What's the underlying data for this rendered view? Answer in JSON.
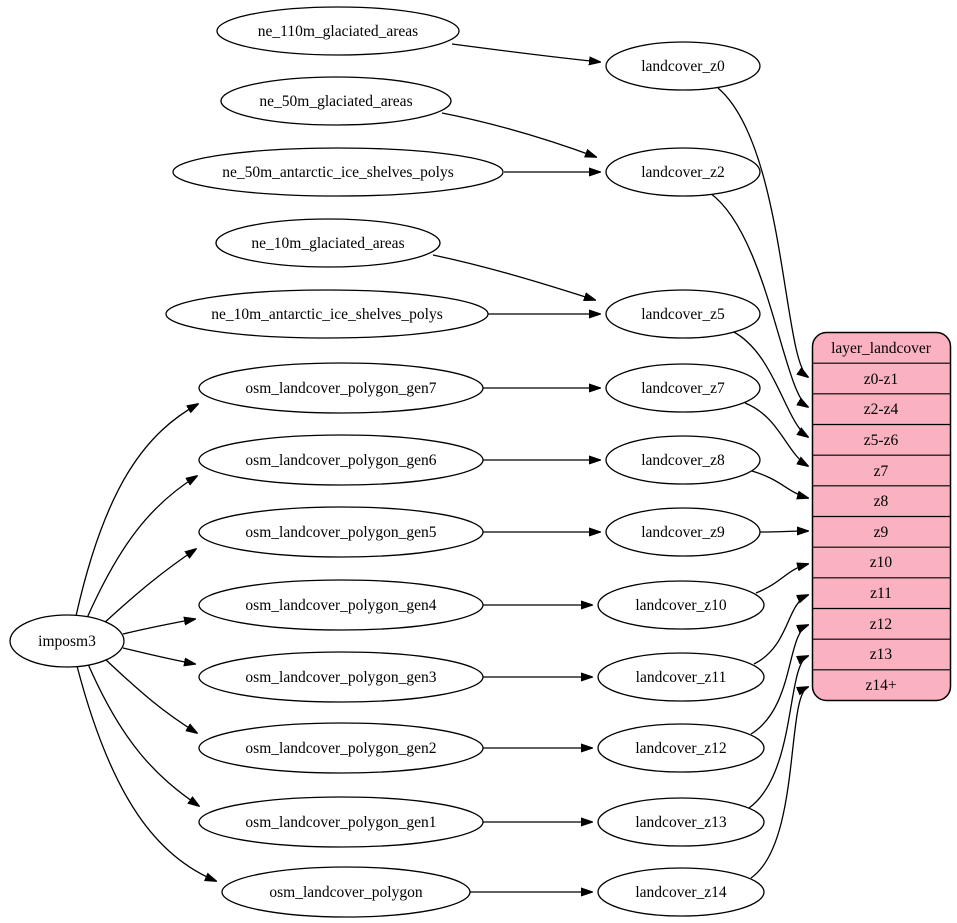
{
  "diagram": {
    "description": "ETL flow diagram for the landcover tile layer",
    "colors": {
      "background": "#ffffff",
      "node_fill": "#ffffff",
      "node_stroke": "#000000",
      "edge_color": "#000000",
      "table_fill": "#FAB1C0"
    },
    "nodes": {
      "imposm3": "imposm3",
      "ne_110m_glaciated_areas": "ne_110m_glaciated_areas",
      "ne_50m_glaciated_areas": "ne_50m_glaciated_areas",
      "ne_50m_antarctic_ice_shelves_polys": "ne_50m_antarctic_ice_shelves_polys",
      "ne_10m_glaciated_areas": "ne_10m_glaciated_areas",
      "ne_10m_antarctic_ice_shelves_polys": "ne_10m_antarctic_ice_shelves_polys",
      "osm_landcover_polygon_gen7": "osm_landcover_polygon_gen7",
      "osm_landcover_polygon_gen6": "osm_landcover_polygon_gen6",
      "osm_landcover_polygon_gen5": "osm_landcover_polygon_gen5",
      "osm_landcover_polygon_gen4": "osm_landcover_polygon_gen4",
      "osm_landcover_polygon_gen3": "osm_landcover_polygon_gen3",
      "osm_landcover_polygon_gen2": "osm_landcover_polygon_gen2",
      "osm_landcover_polygon_gen1": "osm_landcover_polygon_gen1",
      "osm_landcover_polygon": "osm_landcover_polygon",
      "landcover_z0": "landcover_z0",
      "landcover_z2": "landcover_z2",
      "landcover_z5": "landcover_z5",
      "landcover_z7": "landcover_z7",
      "landcover_z8": "landcover_z8",
      "landcover_z9": "landcover_z9",
      "landcover_z10": "landcover_z10",
      "landcover_z11": "landcover_z11",
      "landcover_z12": "landcover_z12",
      "landcover_z13": "landcover_z13",
      "landcover_z14": "landcover_z14"
    },
    "table": {
      "title": "layer_landcover",
      "rows": [
        "z0-z1",
        "z2-z4",
        "z5-z6",
        "z7",
        "z8",
        "z9",
        "z10",
        "z11",
        "z12",
        "z13",
        "z14+"
      ]
    },
    "edges": [
      {
        "from": "imposm3",
        "to": "osm_landcover_polygon_gen7"
      },
      {
        "from": "imposm3",
        "to": "osm_landcover_polygon_gen6"
      },
      {
        "from": "imposm3",
        "to": "osm_landcover_polygon_gen5"
      },
      {
        "from": "imposm3",
        "to": "osm_landcover_polygon_gen4"
      },
      {
        "from": "imposm3",
        "to": "osm_landcover_polygon_gen3"
      },
      {
        "from": "imposm3",
        "to": "osm_landcover_polygon_gen2"
      },
      {
        "from": "imposm3",
        "to": "osm_landcover_polygon_gen1"
      },
      {
        "from": "imposm3",
        "to": "osm_landcover_polygon"
      },
      {
        "from": "ne_110m_glaciated_areas",
        "to": "landcover_z0"
      },
      {
        "from": "ne_50m_glaciated_areas",
        "to": "landcover_z2"
      },
      {
        "from": "ne_50m_antarctic_ice_shelves_polys",
        "to": "landcover_z2"
      },
      {
        "from": "ne_10m_glaciated_areas",
        "to": "landcover_z5"
      },
      {
        "from": "ne_10m_antarctic_ice_shelves_polys",
        "to": "landcover_z5"
      },
      {
        "from": "osm_landcover_polygon_gen7",
        "to": "landcover_z7"
      },
      {
        "from": "osm_landcover_polygon_gen6",
        "to": "landcover_z8"
      },
      {
        "from": "osm_landcover_polygon_gen5",
        "to": "landcover_z9"
      },
      {
        "from": "osm_landcover_polygon_gen4",
        "to": "landcover_z10"
      },
      {
        "from": "osm_landcover_polygon_gen3",
        "to": "landcover_z11"
      },
      {
        "from": "osm_landcover_polygon_gen2",
        "to": "landcover_z12"
      },
      {
        "from": "osm_landcover_polygon_gen1",
        "to": "landcover_z13"
      },
      {
        "from": "osm_landcover_polygon",
        "to": "landcover_z14"
      },
      {
        "from": "landcover_z0",
        "to": "layer_landcover.z0-z1"
      },
      {
        "from": "landcover_z2",
        "to": "layer_landcover.z2-z4"
      },
      {
        "from": "landcover_z5",
        "to": "layer_landcover.z5-z6"
      },
      {
        "from": "landcover_z7",
        "to": "layer_landcover.z7"
      },
      {
        "from": "landcover_z8",
        "to": "layer_landcover.z8"
      },
      {
        "from": "landcover_z9",
        "to": "layer_landcover.z9"
      },
      {
        "from": "landcover_z10",
        "to": "layer_landcover.z10"
      },
      {
        "from": "landcover_z11",
        "to": "layer_landcover.z11"
      },
      {
        "from": "landcover_z12",
        "to": "layer_landcover.z12"
      },
      {
        "from": "landcover_z13",
        "to": "layer_landcover.z13"
      },
      {
        "from": "landcover_z14",
        "to": "layer_landcover.z14+"
      }
    ]
  }
}
